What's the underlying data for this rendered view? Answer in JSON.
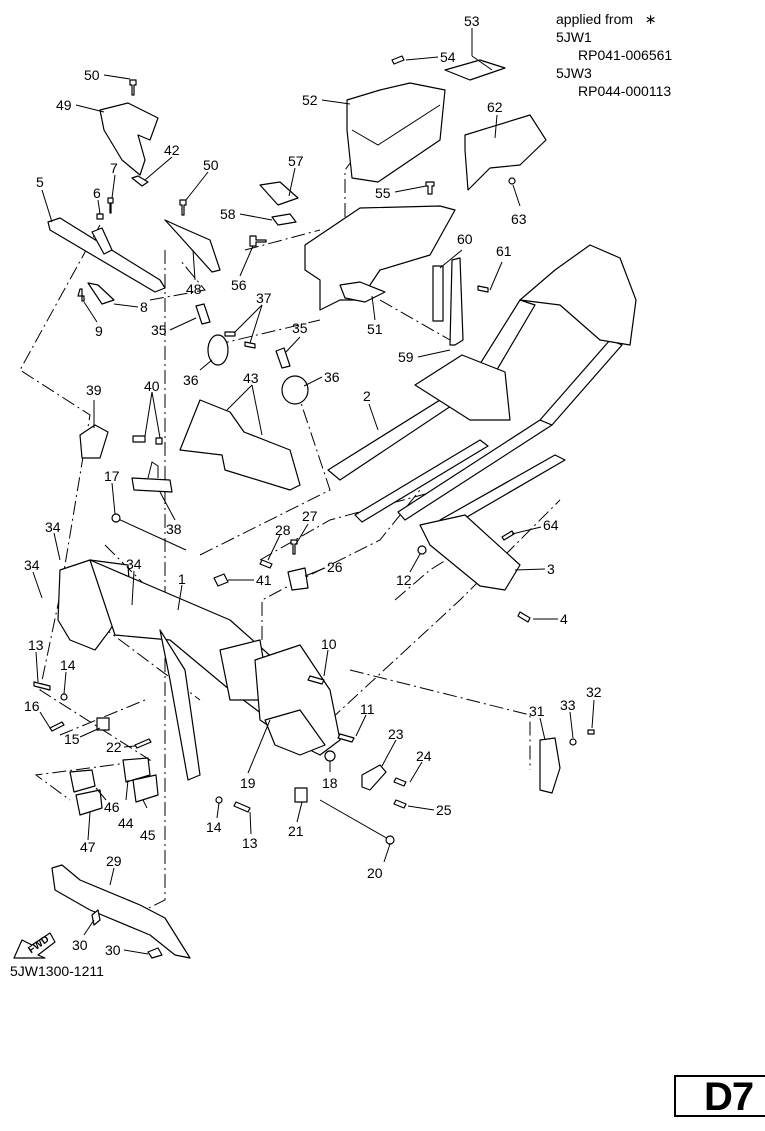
{
  "note": {
    "applied_from_label": "applied from",
    "applied_from_symbol": "∗",
    "models": [
      {
        "model": "5JW1",
        "serial": "RP041-006561"
      },
      {
        "model": "5JW3",
        "serial": "RP044-000113"
      }
    ]
  },
  "drawing_code": "5JW1300-1211",
  "page_code": "D7",
  "fwd_label": "FWD",
  "callouts": [
    {
      "id": "1",
      "label": "1"
    },
    {
      "id": "2",
      "label": "2"
    },
    {
      "id": "3",
      "label": "3"
    },
    {
      "id": "4",
      "label": "4"
    },
    {
      "id": "5",
      "label": "5"
    },
    {
      "id": "6",
      "label": "6"
    },
    {
      "id": "7",
      "label": "7"
    },
    {
      "id": "8",
      "label": "8"
    },
    {
      "id": "9",
      "label": "9"
    },
    {
      "id": "10",
      "label": "10"
    },
    {
      "id": "11",
      "label": "11"
    },
    {
      "id": "12",
      "label": "12"
    },
    {
      "id": "13a",
      "label": "13"
    },
    {
      "id": "13b",
      "label": "13"
    },
    {
      "id": "14a",
      "label": "14"
    },
    {
      "id": "14b",
      "label": "14"
    },
    {
      "id": "15",
      "label": "15"
    },
    {
      "id": "16",
      "label": "16"
    },
    {
      "id": "17",
      "label": "17"
    },
    {
      "id": "18",
      "label": "18"
    },
    {
      "id": "19",
      "label": "19"
    },
    {
      "id": "20",
      "label": "20"
    },
    {
      "id": "21",
      "label": "21"
    },
    {
      "id": "22",
      "label": "22"
    },
    {
      "id": "23",
      "label": "23"
    },
    {
      "id": "24",
      "label": "24"
    },
    {
      "id": "25",
      "label": "25"
    },
    {
      "id": "26",
      "label": "26"
    },
    {
      "id": "27",
      "label": "27"
    },
    {
      "id": "28",
      "label": "28"
    },
    {
      "id": "29",
      "label": "29"
    },
    {
      "id": "30a",
      "label": "30"
    },
    {
      "id": "30b",
      "label": "30"
    },
    {
      "id": "31",
      "label": "31"
    },
    {
      "id": "32",
      "label": "32"
    },
    {
      "id": "33",
      "label": "33"
    },
    {
      "id": "34a",
      "label": "34"
    },
    {
      "id": "34b",
      "label": "34"
    },
    {
      "id": "34c",
      "label": "34"
    },
    {
      "id": "35a",
      "label": "35"
    },
    {
      "id": "35b",
      "label": "35"
    },
    {
      "id": "36a",
      "label": "36"
    },
    {
      "id": "36b",
      "label": "36"
    },
    {
      "id": "37",
      "label": "37"
    },
    {
      "id": "38",
      "label": "38"
    },
    {
      "id": "39",
      "label": "39"
    },
    {
      "id": "40",
      "label": "40"
    },
    {
      "id": "41",
      "label": "41"
    },
    {
      "id": "42",
      "label": "42"
    },
    {
      "id": "43",
      "label": "43"
    },
    {
      "id": "44",
      "label": "44"
    },
    {
      "id": "45",
      "label": "45"
    },
    {
      "id": "46",
      "label": "46"
    },
    {
      "id": "47",
      "label": "47"
    },
    {
      "id": "48",
      "label": "48"
    },
    {
      "id": "49",
      "label": "49"
    },
    {
      "id": "50a",
      "label": "50"
    },
    {
      "id": "50b",
      "label": "50"
    },
    {
      "id": "51",
      "label": "51"
    },
    {
      "id": "52",
      "label": "52"
    },
    {
      "id": "53",
      "label": "53"
    },
    {
      "id": "54",
      "label": "54"
    },
    {
      "id": "55",
      "label": "55"
    },
    {
      "id": "56",
      "label": "56"
    },
    {
      "id": "57",
      "label": "57"
    },
    {
      "id": "58",
      "label": "58"
    },
    {
      "id": "59",
      "label": "59"
    },
    {
      "id": "60",
      "label": "60"
    },
    {
      "id": "61",
      "label": "61"
    },
    {
      "id": "62",
      "label": "62"
    },
    {
      "id": "63",
      "label": "63"
    },
    {
      "id": "64",
      "label": "64"
    }
  ]
}
